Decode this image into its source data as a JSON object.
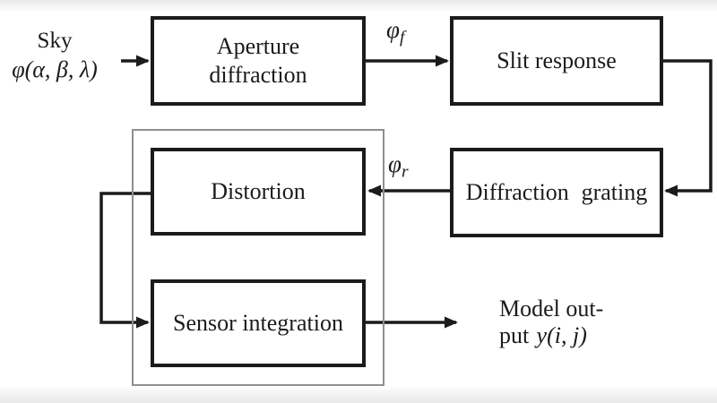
{
  "diagram": {
    "input": {
      "name": "Sky",
      "symbol": "φ(α, β, λ)"
    },
    "nodes": [
      {
        "id": "aperture",
        "label": "Aperture diffraction"
      },
      {
        "id": "slit",
        "label": "Slit response"
      },
      {
        "id": "grating",
        "label": "Diffraction grating"
      },
      {
        "id": "distortion",
        "label": "Distortion"
      },
      {
        "id": "sensor",
        "label": "Sensor integration"
      }
    ],
    "signals": {
      "phi_f": {
        "base": "φ",
        "sub": "f"
      },
      "phi_r": {
        "base": "φ",
        "sub": "r"
      }
    },
    "output": {
      "line1": "Model out-",
      "line2_text": "put",
      "line2_math": "y(i, j)"
    },
    "edges": [
      {
        "from": "Sky",
        "to": "Aperture diffraction",
        "signal": ""
      },
      {
        "from": "Aperture diffraction",
        "to": "Slit response",
        "signal": "φf"
      },
      {
        "from": "Slit response",
        "to": "Diffraction grating",
        "signal": ""
      },
      {
        "from": "Diffraction grating",
        "to": "Distortion",
        "signal": "φr"
      },
      {
        "from": "Distortion",
        "to": "Sensor integration",
        "signal": ""
      },
      {
        "from": "Sensor integration",
        "to": "Model output y(i, j)",
        "signal": ""
      }
    ],
    "colors": {
      "line": "#1b1b1b",
      "container_border": "#8f8f8f",
      "box_bg": "#ffffff",
      "page_bg": "#ffffff",
      "band": "#e8e8e8"
    }
  }
}
